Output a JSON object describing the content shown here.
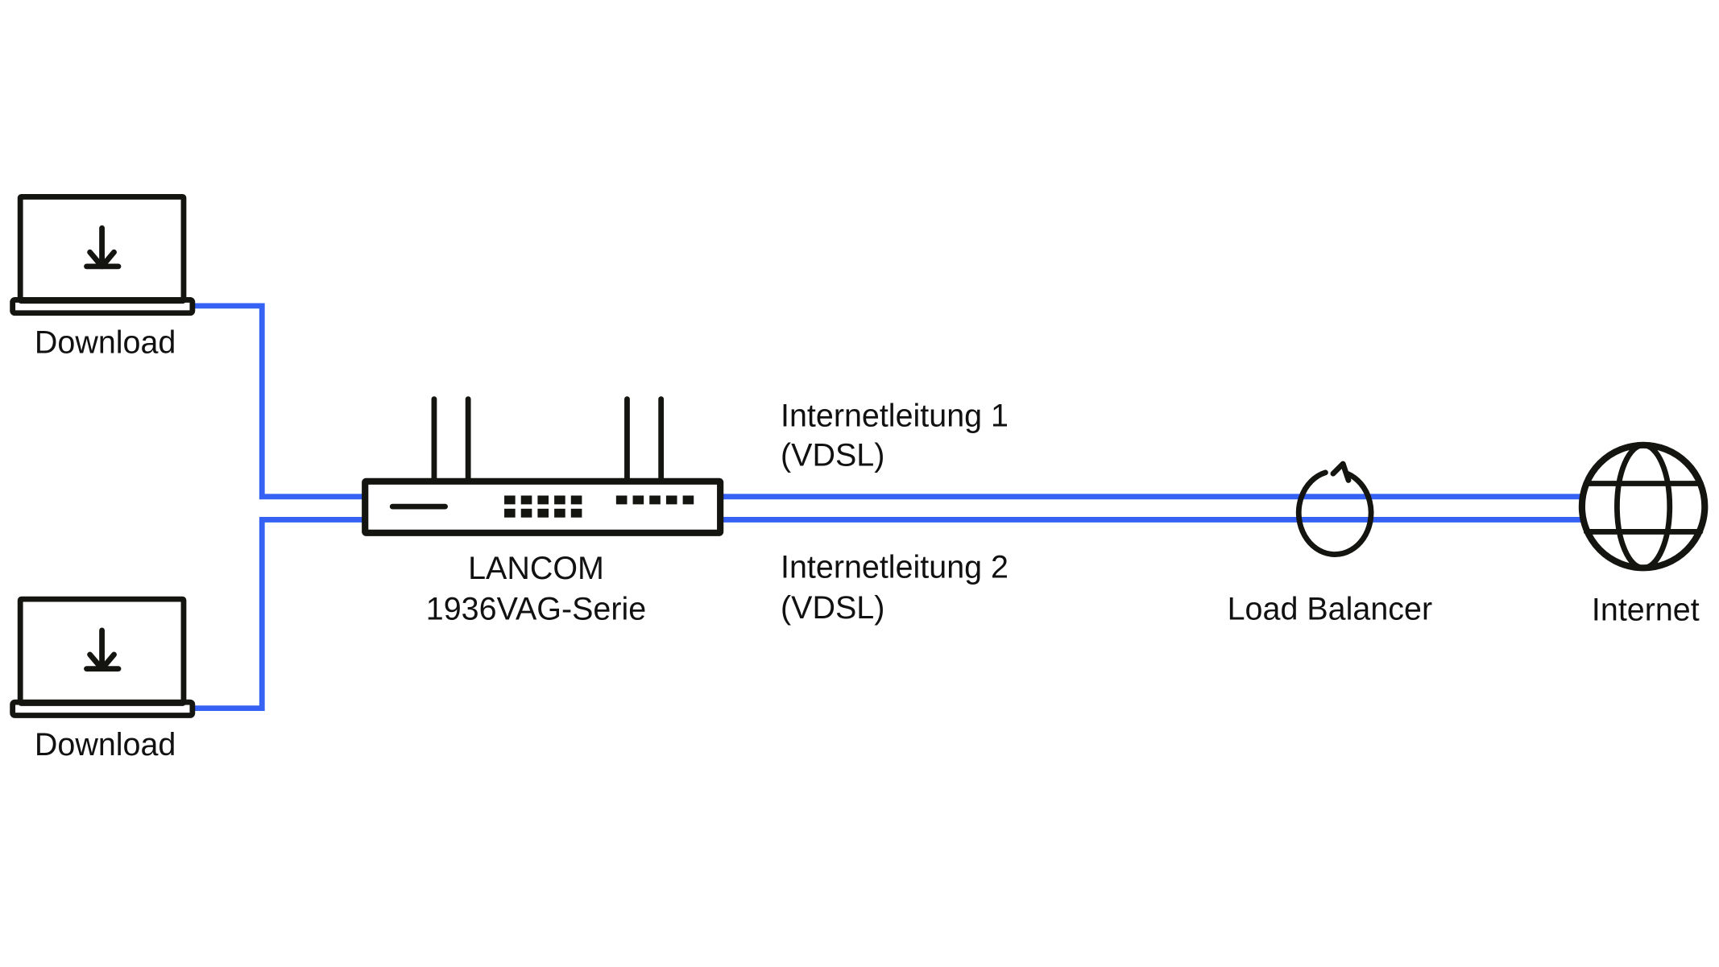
{
  "colors": {
    "connection": "#3562F5",
    "ink": "#141410",
    "background": "#FFFFFF"
  },
  "nodes": {
    "client_top": {
      "label": "Download",
      "icon": "laptop-download-icon"
    },
    "client_bottom": {
      "label": "Download",
      "icon": "laptop-download-icon"
    },
    "router": {
      "label_line1": "LANCOM",
      "label_line2": "1936VAG-Serie",
      "icon": "router-icon"
    },
    "load_balancer": {
      "label": "Load Balancer",
      "icon": "refresh-cycle-icon"
    },
    "internet": {
      "label": "Internet",
      "icon": "globe-icon"
    }
  },
  "links": {
    "line1": {
      "label_line1": "Internetleitung 1",
      "label_line2": "(VDSL)"
    },
    "line2": {
      "label_line1": "Internetleitung 2",
      "label_line2": "(VDSL)"
    }
  },
  "router_ports": {
    "left_grid_rows": 2,
    "left_grid_cols": 5,
    "right_row_count": 5
  }
}
